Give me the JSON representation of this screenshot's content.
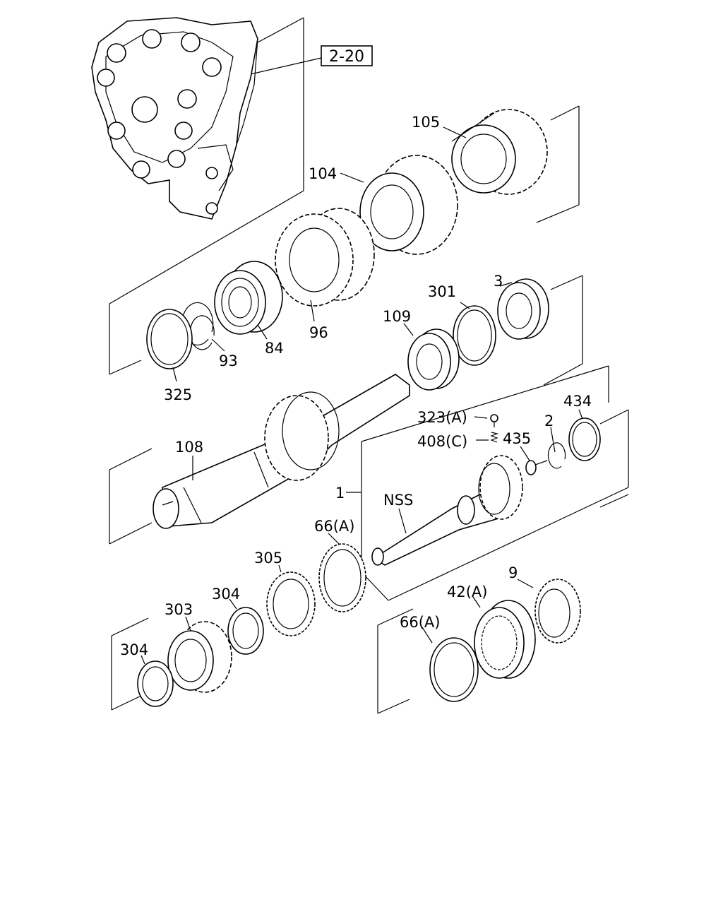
{
  "reference_box": "2-20",
  "labels": {
    "p105": "105",
    "p104": "104",
    "p96": "96",
    "p84": "84",
    "p93": "93",
    "p325": "325",
    "p3": "3",
    "p301": "301",
    "p109": "109",
    "p108": "108",
    "p434": "434",
    "p323a": "323(A)",
    "p408c": "408(C)",
    "p435": "435",
    "p2": "2",
    "p1": "1",
    "nss": "NSS",
    "p66a_top": "66(A)",
    "p305": "305",
    "p304_mid": "304",
    "p303": "303",
    "p304_low": "304",
    "p9": "9",
    "p42a": "42(A)",
    "p66a_low": "66(A)"
  }
}
